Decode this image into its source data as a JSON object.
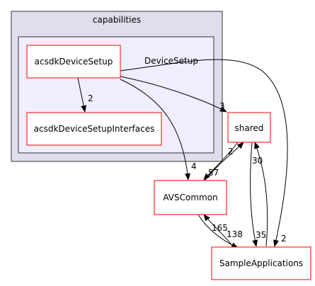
{
  "clusters": {
    "outer": {
      "label": "capabilities"
    },
    "inner": {
      "label": "DeviceSetup"
    }
  },
  "nodes": {
    "acsdkDeviceSetup": "acsdkDeviceSetup",
    "acsdkDeviceSetupInterfaces": "acsdkDeviceSetupInterfaces",
    "shared": "shared",
    "avscommon": "AVSCommon",
    "sampleapps": "SampleApplications"
  },
  "edges": {
    "setup_to_interfaces": "2",
    "setup_to_shared": "3",
    "setup_to_avscommon": "4",
    "setup_to_sampleapps": "2",
    "avscommon_to_shared": "2",
    "shared_to_avscommon": "57",
    "sampleapps_to_shared": "30",
    "shared_to_sampleapps": "35",
    "sampleapps_to_avscommon": "165",
    "avscommon_to_sampleapps": "138"
  },
  "colors": {
    "outer_fill": "#dedeee",
    "inner_fill": "#eeeeff",
    "cluster_stroke": "#333333",
    "node_stroke": "#ff0000",
    "edge": "#000000"
  }
}
